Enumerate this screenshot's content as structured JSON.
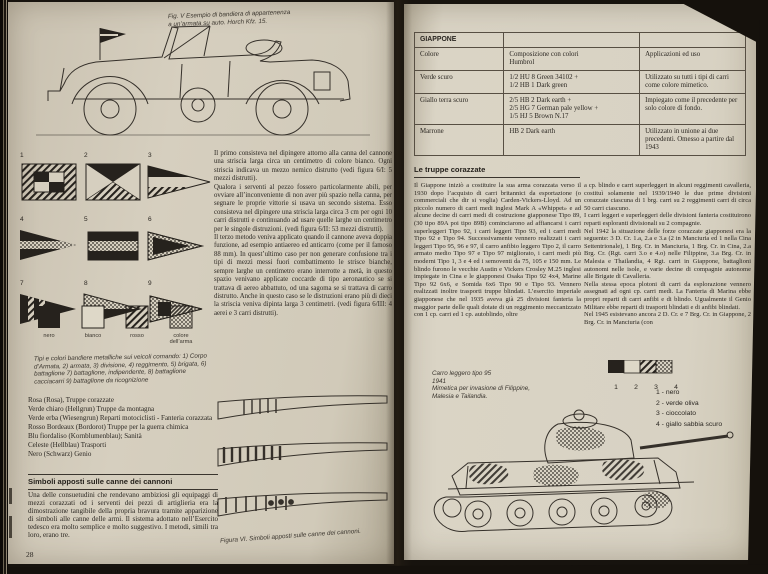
{
  "colors": {
    "page_bg_left": "#d2cbbb",
    "page_bg_right": "#d8d2c3",
    "ink": "#2a2621",
    "photo_edge": "#15110c"
  },
  "left_page": {
    "car_caption": "Fig. V Esempio di bandiera di appartenenza\na un’armata su auto. Horch Kfz. 15.",
    "flags": {
      "numbers": [
        "1",
        "2",
        "3",
        "4",
        "5",
        "6",
        "7",
        "8",
        "9"
      ],
      "swatch_labels": [
        "nero",
        "bianco",
        "rosso",
        "colore\ndell’arma"
      ],
      "caption": "Tipi e colori bandiere metalliche sui veicoli comando: 1) Corpo d’Armata, 2) armata, 3) divisione, 4) reggimento, 5) brigata, 6) battaglione 7) battaglione, indipendente, 8) battaglione cacciacarri 9) battaglione da ricognizione"
    },
    "color_list": [
      "Rosa (Rosa), Truppe corazzate",
      "Verde chiaro (Hellgrun) Truppe da montagna",
      "Verde erba (Wiesengrun) Reparti motociclisti - Fanteria corazzata",
      "Rosso Bordeaux (Bordorot) Truppe per la guerra chimica",
      "Blu fiordaliso (Kornblumenblau); Sanità",
      "Celeste (Hellblau) Trasporti",
      "Nero (Schwarz) Genio"
    ],
    "section_heading": "Simboli apposti sulle canne dei cannoni",
    "section_text": "Una delle consuetudini che rendevano ambiziosi gli equipaggi di mezzi corazzati od i serventi dei pezzi di artiglieria era la dimostrazione tangibile della propria bravura tramite apparizione di simboli alle canne delle armi. Il sistema adottato nell’Esercito tedesco era molto semplice e molto suggestivo. I metodi, simili tra loro, erano tre.",
    "page_number": "28",
    "paragraphs": [
      "Il primo consisteva nel dipingere attorno alla canna del cannone una striscia larga circa un centimetro di colore bianco. Ogni striscia indicava un mezzo nemico distrutto (vedi figura 6/I: 5 mezzi distrutti).",
      "Qualora i serventi al pezzo fossero particolarmente abili, per ovviare all’inconveniente di non aver più spazio nella canna, per segnare le proprie vittorie si usava un secondo sistema. Esso consisteva nel dipingere una striscia larga circa 3 cm per ogni 10 carri distrutti e continuando ad usare quelle larghe un centimetro per le singole distruzioni. (vedi figura 6/II: 53 mezzi distrutti).",
      "Il terzo metodo veniva applicato quando il cannone aveva doppia funzione, ad esempio antiaereo ed anticarro (come per il famoso 88 mm). In quest’ultimo caso per non generare confusione tra i tipi di mezzi messi fuori combattimento le strisce bianche, sempre larghe un centimetro erano interrotte a metà, in questo spazio venivano applicate coccarde di tipo aeronautico se si trattava di aereo abbattuto, od una sagoma se si trattava di carro distrutto. Anche in questo caso se le distruzioni erano più di dieci la striscia veniva dipinta larga 3 centimetri. (vedi figura 6/III: 4 aerei e 3 carri distrutti)."
    ],
    "figure_caption": "Figura VI. Simboli apposti sulle canne dei cannoni."
  },
  "right_page": {
    "table": {
      "title": "GIAPPONE",
      "headers": [
        "Colore",
        "Composizione con colori\nHumbrol",
        "Applicazioni ed uso"
      ],
      "rows": [
        [
          "Verde scuro",
          "1/2 HU 8 Green 34102 +\n1/2 HB 1 Dark green",
          "Utilizzato su tutti i tipi di carri come colore mimetico."
        ],
        [
          "Giallo terra scuro",
          "2/5 HB 2 Dark earth +\n2/5 HG 7 German pale yellow +\n1/5 HJ 5 Brown N.17",
          "Impiegato come il precedente per solo colore di fondo."
        ],
        [
          "Marrone",
          "HB 2 Dark earth",
          "Utilizzato in unione ai due precedenti. Omesso a partire dal 1943"
        ]
      ]
    },
    "section_heading": "Le truppe corazzate",
    "column1": "Il Giappone iniziò a costituire la sua arma corazzata verso il 1930 dopo l’acquisto di carri britannici da esportazione (o commerciali che dir si voglia) Carden-Vickers-Lloyd. Ad un piccolo numero di carri medi inglesi Mark A «Whippet» e ad alcune decine di carri medi di costruzione giapponese Tipo 89, (30 tipo 89A poi tipo 89B) cominciarono ad affiancarsi i carri superleggeri Tipo 92, i carri leggeri Tipo 93, ed i carri medi Tipo 92 e Tipo 94. Successivamente vennero realizzati i carri leggeri Tipo 95, 96 e 97, il carro anfibio leggero Tipo 2, il carro armato medio Tipo 97 e Tipo 97 migliorato, i carri medi più moderni Tipo 1, 3 e 4 ed i semoventi da 75, 105 e 150 mm. Le blindo furono le vecchie Austin e Vickers Crosley M.25 inglesi impiegate in Cina e le giapponesi Osaka Tipo 92 4x4, Marine Tipo 92 6x6, e Somida 6x6 Tipo 90 e Tipo 93. Vennero realizzati inoltre trasporti truppe blindati. L’esercito imperiale giapponese che nel 1935 aveva già 25 divisioni fanteria la maggior parte delle quali dotate di un reggimento meccanizzato con 1 cp. carri ed 1 cp. autoblindo, oltre",
    "column2": [
      "a cp. blindo e carri superleggeri in alcuni reggimenti cavalleria, costituì solamente nel 1939/1940 le due prime divisioni corazzate ciascuna di 1 brg. carri su 2 reggimenti carri di circa 50 carri ciascuno.",
      "I carri leggeri e superleggeri delle divisioni fanteria costituirono reparti esploranti divisionali su 2 compagnie.",
      "Nel 1942 la situazione delle forze corazzate giapponesi era la seguente: 3 D. Cr. 1.a, 2.a e 3.a (2 in Manciuria ed 1 nella Cina Settentrionale), 1 Brg. Cr. in Manciuria, 1 Brg. Cr. in Cina, 2.a Brg. Cr. (Rgt. carri 3.o e 4.o) nelle Filippine, 3.a Brg. Cr. in Malesia e Thailandia, 4 Rgt. carri in Giappone, battaglioni autonomi nelle isole, e varie decine di compagnie autonome alle Brigate di Cavalleria.",
      "Nella stessa epoca plotoni di carri da esplorazione vennero assegnati ad ogni cp. carri medi. La Fanteria di Marina ebbe propri reparti di carri anfibi e di blindo. Ugualmente il Genio Militare ebbe reparti di trasporti blindati e di anfibi blindati.",
      "Nel 1945 esistevano ancora 2 D. Cr. e 7 Brg. Cr. in Giappone, 2 Brg. Cr. in Manciuria (con"
    ],
    "tank_caption": [
      "Carro leggero tipo 95",
      "1941",
      "Mimetica per invasione di Filippine, Malesia e Tailandia."
    ],
    "legend": {
      "numbers": [
        "1",
        "2",
        "3",
        "4"
      ],
      "items": [
        "1 - nero",
        "2 - verde oliva",
        "3 - cioccolato",
        "4 - giallo sabbia scuro"
      ]
    }
  }
}
